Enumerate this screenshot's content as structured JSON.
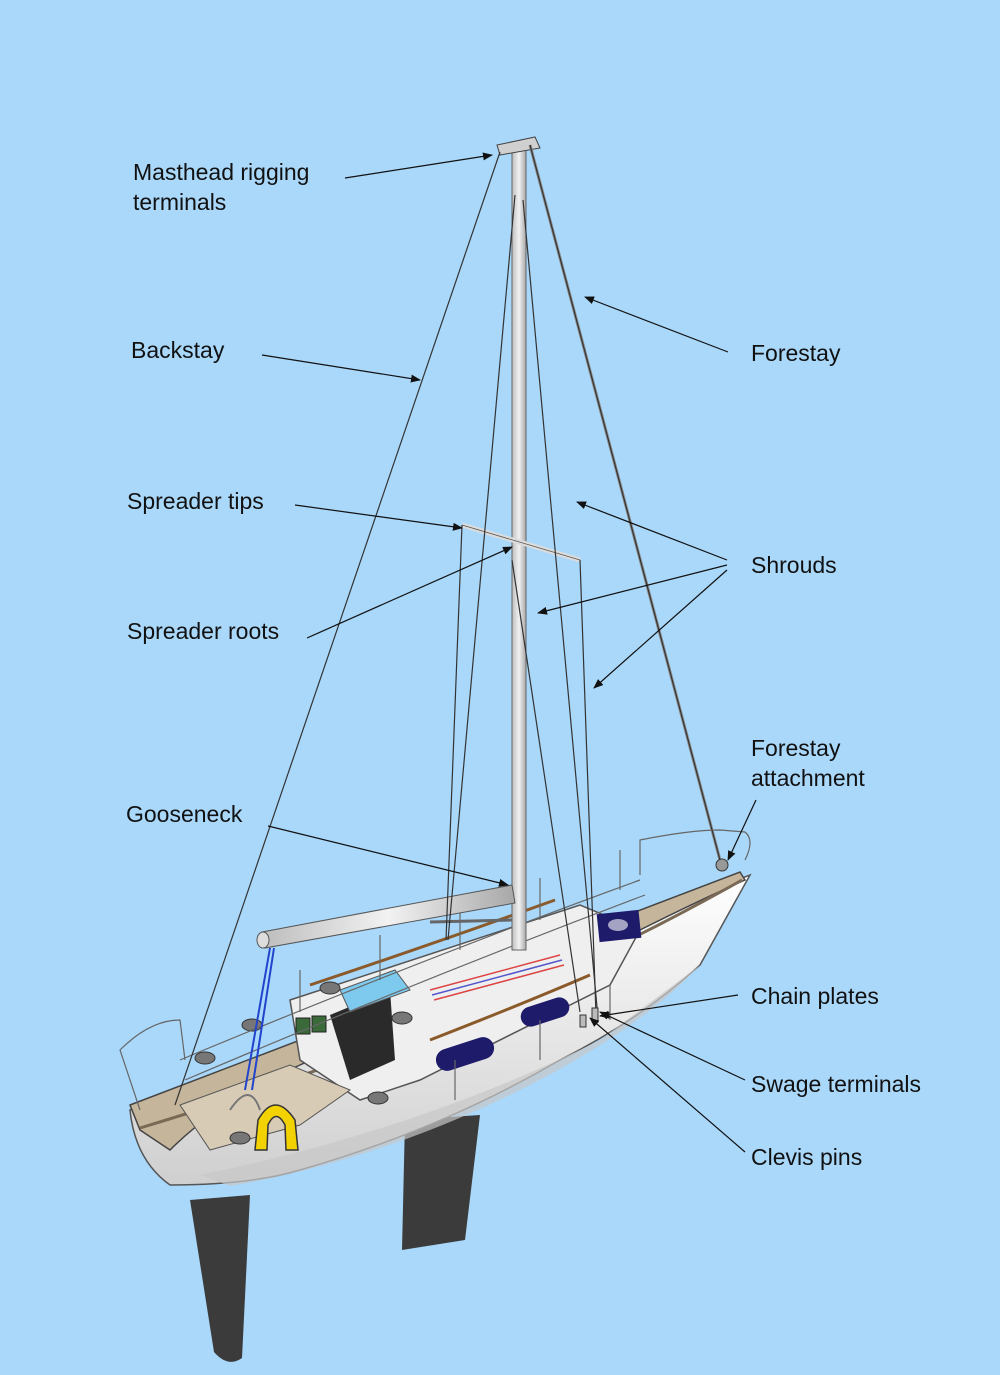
{
  "colors": {
    "sky": "#a9d8fb",
    "hull": "#f4f4f4",
    "hull_shade": "#c8c8c8",
    "deck": "#c5b59a",
    "keel": "#3b3b3b",
    "mast": "#e3e3e3",
    "rigging": "#333333",
    "port_window": "#1f1b6b",
    "lifebuoy": "#f2d200",
    "woodwork": "#8b5a2b",
    "cockpit_floor": "#d8cbb5"
  },
  "labels": {
    "masthead_line1": "Masthead rigging",
    "masthead_line2": "terminals",
    "backstay": "Backstay",
    "forestay": "Forestay",
    "spreader_tips": "Spreader tips",
    "shrouds": "Shrouds",
    "spreader_roots": "Spreader roots",
    "forestay_attachment_line1": "Forestay",
    "forestay_attachment_line2": "attachment",
    "gooseneck": "Gooseneck",
    "chain_plates": "Chain plates",
    "swage_terminals": "Swage terminals",
    "clevis_pins": "Clevis pins"
  }
}
